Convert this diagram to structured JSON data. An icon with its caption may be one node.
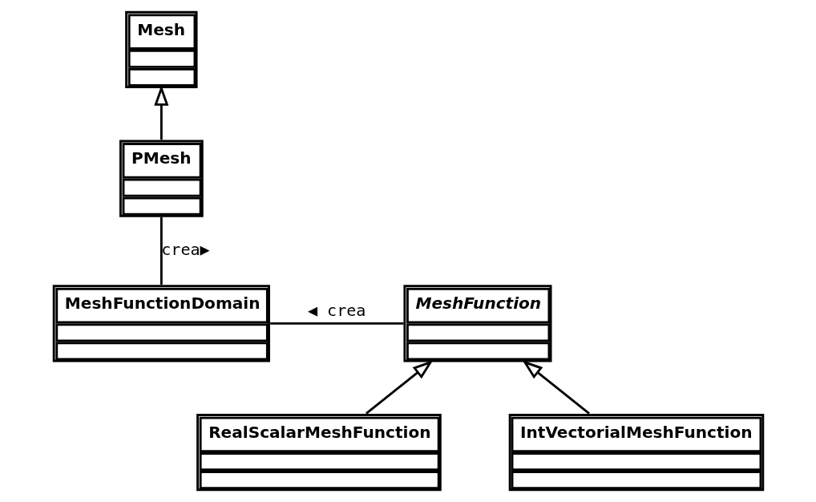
{
  "diagram": {
    "nodes": [
      {
        "text": [
          "Mesh"
        ]
      },
      {
        "text": [
          "PMesh"
        ]
      },
      {
        "text": [
          "MeshFunction"
        ]
      },
      {
        "text": [
          "MeshFunctionDomain"
        ]
      },
      {
        "text": [
          "RealScalarMeshFunction"
        ]
      },
      {
        "text": [
          "IntVectorialMeshFunction"
        ]
      }
    ],
    "edges": [
      {
        "from": 1,
        "to": 0,
        "arrow": "to"
      },
      {
        "from": 1,
        "to": 3,
        "arrow": "none",
        "label": "crea▶"
      },
      {
        "from": 3,
        "to": 2,
        "arrow": "none",
        "label": "◀ crea"
      },
      {
        "from": 4,
        "to": 2,
        "arrow": "to"
      },
      {
        "from": 5,
        "to": 2,
        "arrow": "to"
      }
    ]
  }
}
